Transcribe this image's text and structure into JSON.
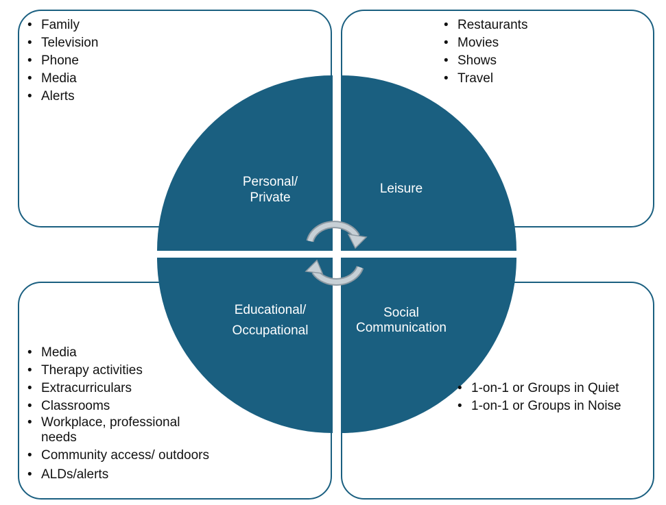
{
  "colors": {
    "circle": "#1a5f80",
    "border": "#1a5f80",
    "arrow": "#b9c3ca",
    "text": "#111111"
  },
  "quadrants": {
    "personal": {
      "label_line1": "Personal/",
      "label_line2": "Private",
      "items": [
        "Family",
        "Television",
        "Phone",
        "Media",
        "Alerts"
      ]
    },
    "leisure": {
      "label": "Leisure",
      "items": [
        "Restaurants",
        "Movies",
        "Shows",
        "Travel"
      ]
    },
    "educational": {
      "label_line1": "Educational/",
      "label_line2": "Occupational",
      "items": [
        "Media",
        "Therapy activities",
        "Extracurriculars",
        "Classrooms",
        "Workplace, professional needs",
        "Community access/ outdoors",
        "ALDs/alerts"
      ]
    },
    "social": {
      "label_line1": "Social",
      "label_line2": "Communication",
      "items": [
        "1-on-1 or Groups in Quiet",
        "1-on-1 or Groups in Noise"
      ]
    }
  },
  "icons": {
    "cycle_top": "cycle-arrow-icon",
    "cycle_bottom": "cycle-arrow-icon"
  }
}
